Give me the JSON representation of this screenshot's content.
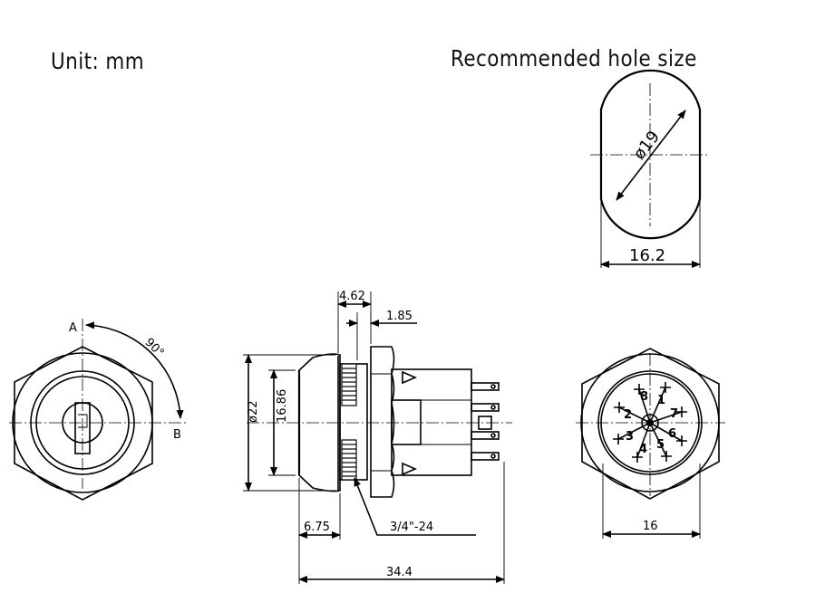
{
  "header": {
    "unit_label": "Unit: mm",
    "hole_title": "Recommended hole size"
  },
  "hole": {
    "diameter_label": "ø19",
    "width_label": "16.2"
  },
  "front_view": {
    "label_a": "A",
    "label_b": "B",
    "angle_label": "90°"
  },
  "side_view": {
    "dim_4_62": "4.62",
    "dim_1_85": "1.85",
    "dim_d22": "ø22",
    "dim_16_86": "16.86",
    "dim_6_75": "6.75",
    "thread_label": "3/4\"-24",
    "dim_34_4": "34.4"
  },
  "rear_view": {
    "width_label": "16",
    "pin_numbers": [
      "1",
      "2",
      "3",
      "4",
      "5",
      "6",
      "7",
      "8"
    ]
  }
}
